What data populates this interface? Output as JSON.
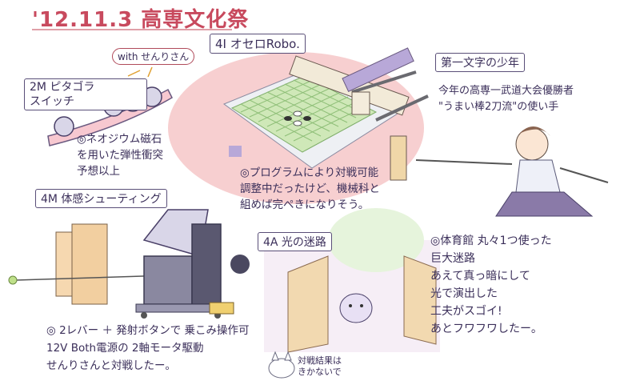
{
  "header": {
    "date_title": "'12.11.3 高専文化祭"
  },
  "sections": {
    "pitagora": {
      "label_line1": "2M ピタゴラ",
      "label_line2": "スイッチ",
      "note": "◎ネオジウム磁石\nを用いた弾性衝突\n予想以上"
    },
    "othello": {
      "label": "4I オセロRobo.",
      "with_tag": "with せんりさん",
      "note": "◎プログラムにより対戦可能\n調整中だったけど、機械科と\n組めば完ぺきになりそう。"
    },
    "shooting": {
      "label": "4M 体感シューティング",
      "note": "◎ 2レバー ＋ 発射ボタンで 乗こみ操作可\n12V Both電源の 2軸モータ駆動\nせんりさんと対戦したー。",
      "side_note": "対戦結果は\nきかないで"
    },
    "maze": {
      "label": "4A 光の迷路",
      "note": "◎体育館 丸々1つ使った\n巨大迷路\nあえて真っ暗にして\n光で演出した\n工夫がスゴイ!\nあとフワフワしたー。"
    },
    "samurai": {
      "label": "第一文字の少年",
      "note": "今年の高専一武道大会優勝者\n\"うまい棒2刀流\"の使い手"
    }
  },
  "colors": {
    "title": "#c84a5e",
    "ink": "#3b2f5a",
    "grid": "#9fd08a",
    "pink": "#f3c2c6",
    "purple": "#c9b8e8"
  }
}
